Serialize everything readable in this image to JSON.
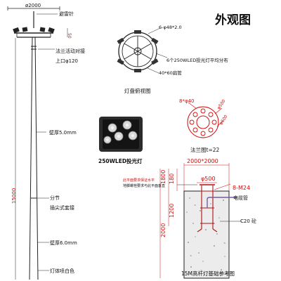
{
  "title": "外观图",
  "pole": {
    "lightning_rod": "避雷针",
    "top_width": "ø2000",
    "top_height": "50",
    "flange_connection": "法兰活动对接",
    "top_diameter": "上口φ120",
    "wall_thickness_upper": "壁厚5.0mm",
    "height": "15000",
    "section_label": "分节",
    "socket_label": "插尖式套接",
    "wall_thickness_lower": "壁厚6.0mm",
    "paint_label": "灯体喷白色"
  },
  "lamp_plate": {
    "pipe_spec": "6-φ48*2.0",
    "lights_note": "6个250WLED投光灯平均分布",
    "angle_spec": "40*60扁管",
    "caption": "灯盘俯视图"
  },
  "flood_light": {
    "caption": "250WLED投光灯"
  },
  "flange": {
    "holes": "8*φ40",
    "d1": "φ500",
    "d2": "φ600",
    "caption": "法兰图t=22"
  },
  "foundation": {
    "dim_total": "2000*2000",
    "dim_180": "180",
    "dim_1800": "1800",
    "dim_1200": "1200",
    "dim_2000": "2000",
    "dim_500": "φ500",
    "bolts": "8-M24",
    "cable_pipe": "电缆管",
    "note_line1": "此平面要求保证水平",
    "note_line2": "地脚螺栓要求与此平面垂直",
    "concrete": "C20 砼",
    "caption": "15M高杆灯基础参考图"
  }
}
